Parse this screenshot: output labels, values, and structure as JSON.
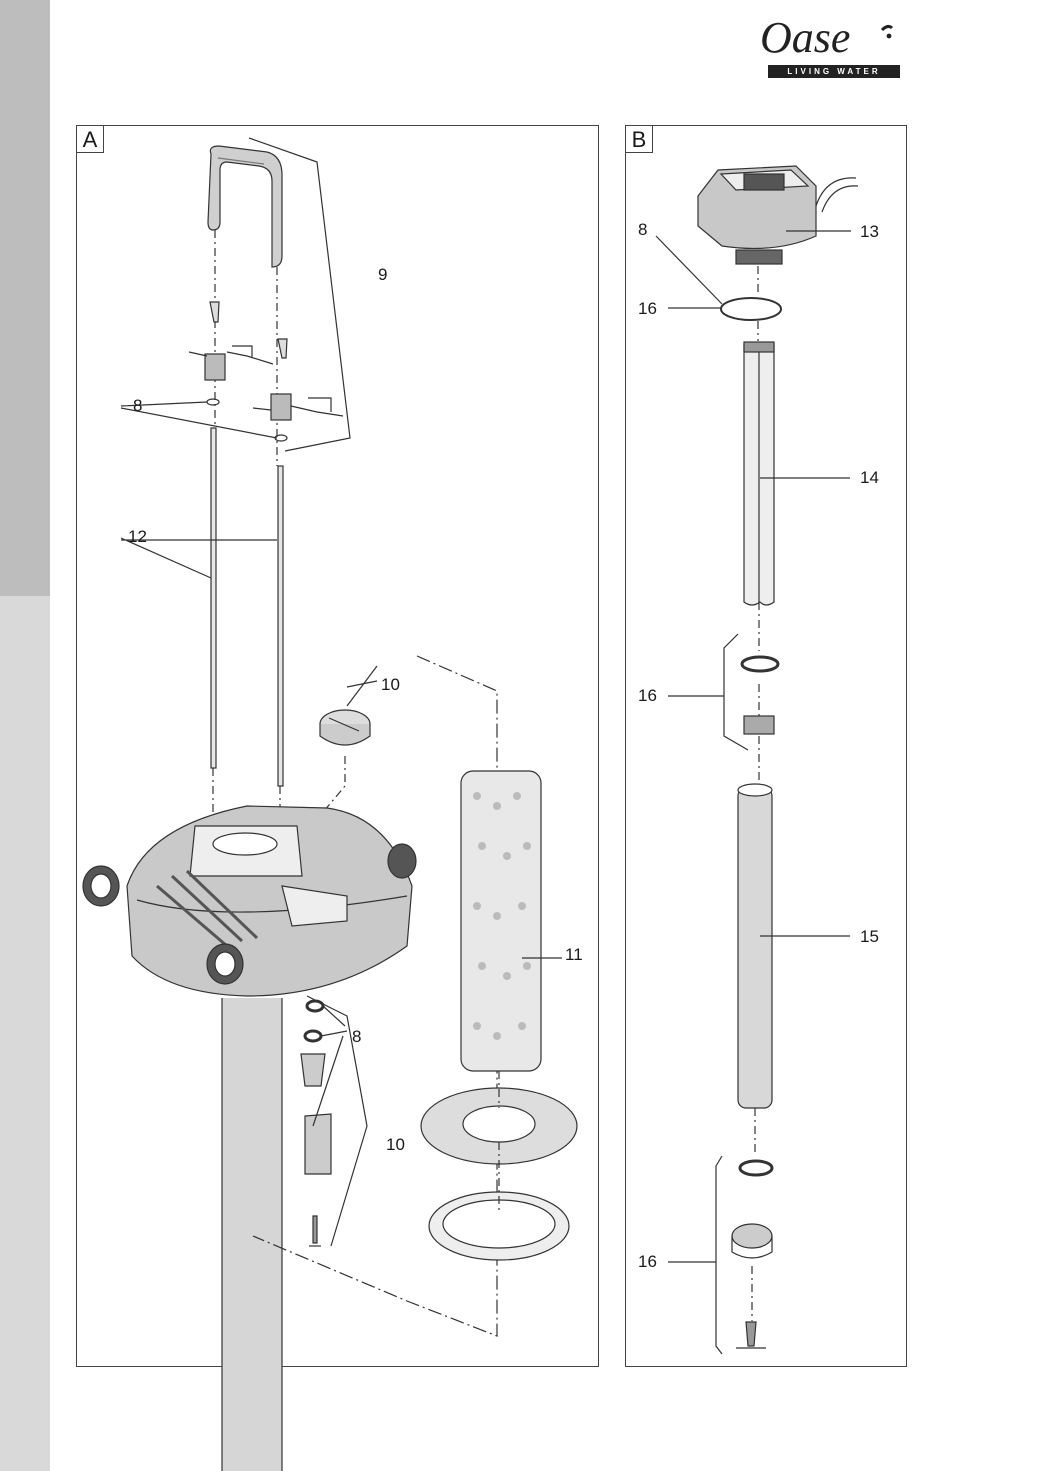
{
  "brand": {
    "name": "Oase",
    "tagline": "LIVING WATER"
  },
  "panels": {
    "a_label": "A",
    "b_label": "B"
  },
  "callouts_a": [
    "9",
    "8",
    "12",
    "10",
    "11",
    "8",
    "10"
  ],
  "callouts_b": [
    "8",
    "13",
    "16",
    "14",
    "16",
    "15",
    "16"
  ]
}
